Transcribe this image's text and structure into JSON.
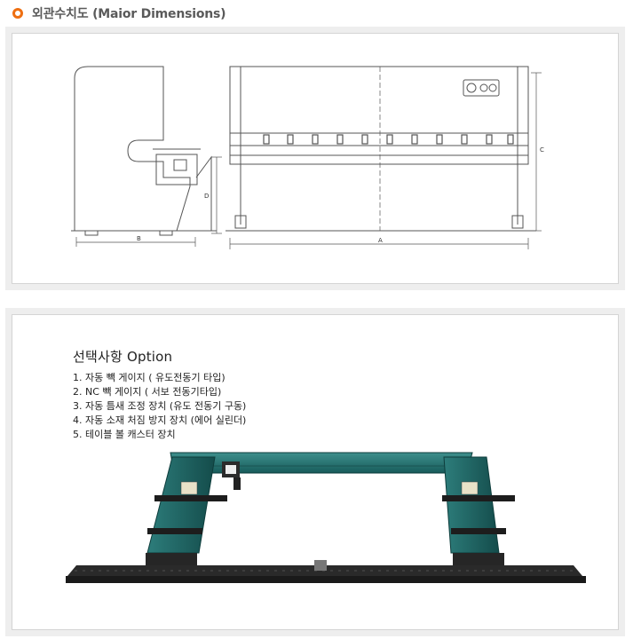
{
  "section_title": "외관수치도 (Maior Dimensions)",
  "drawing": {
    "dim_labels": {
      "a": "A",
      "b": "B",
      "c": "C",
      "d": "D"
    }
  },
  "option": {
    "title": "선택사항 Option",
    "items": [
      "1. 자동 빽 게이지 ( 유도전동기 타입)",
      "2. NC 빽 게이지 ( 서보 전동기타입)",
      "3. 자동 틈새 조정 장치 (유도 전동기 구동)",
      "4. 자동 소재 처짐 방지 장치 (에어 실린더)",
      "5. 테이블 볼 캐스터 장치"
    ]
  },
  "colors": {
    "accent": "#ee6f12",
    "frame_teal": "#1f6f6e",
    "rail_dark": "#2a2a2a"
  }
}
